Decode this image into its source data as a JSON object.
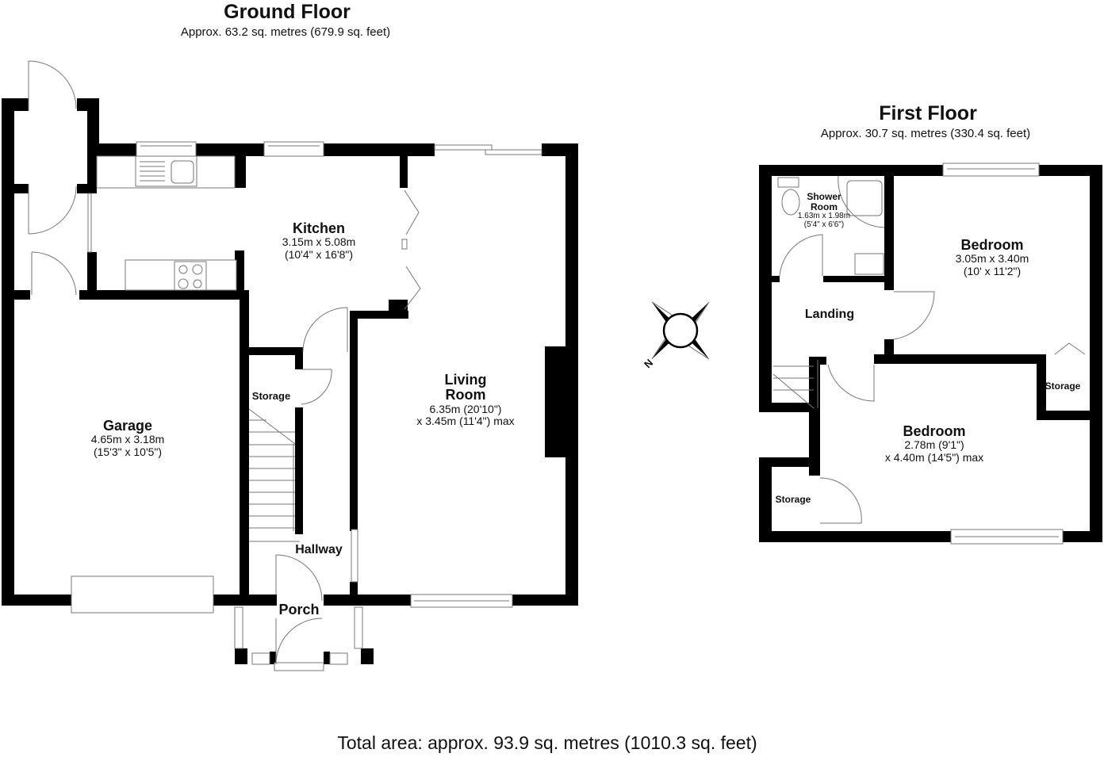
{
  "ground_floor": {
    "title": "Ground Floor",
    "area": "Approx. 63.2 sq. metres (679.9 sq. feet)",
    "rooms": {
      "kitchen": {
        "name": "Kitchen",
        "dim1": "3.15m x 5.08m",
        "dim2": "(10'4\" x 16'8\")"
      },
      "living_room": {
        "name": "Living Room",
        "name_line1": "Living",
        "name_line2": "Room",
        "dim1": "6.35m (20'10\")",
        "dim2": "x 3.45m (11'4\") max"
      },
      "garage": {
        "name": "Garage",
        "dim1": "4.65m x 3.18m",
        "dim2": "(15'3\" x 10'5\")"
      },
      "storage": {
        "name": "Storage"
      },
      "hallway": {
        "name": "Hallway"
      },
      "porch": {
        "name": "Porch"
      }
    }
  },
  "first_floor": {
    "title": "First Floor",
    "area": "Approx. 30.7 sq. metres (330.4 sq. feet)",
    "rooms": {
      "shower_room": {
        "name_line1": "Shower",
        "name_line2": "Room",
        "dim1": "1.63m x 1.98m",
        "dim2": "(5'4\" x 6'6\")"
      },
      "bedroom_1": {
        "name": "Bedroom",
        "dim1": "3.05m x 3.40m",
        "dim2": "(10' x 11'2\")"
      },
      "landing": {
        "name": "Landing"
      },
      "storage_right": {
        "name": "Storage"
      },
      "bedroom_2": {
        "name": "Bedroom",
        "dim1": "2.78m (9'1\")",
        "dim2": "x 4.40m (14'5\") max"
      },
      "storage_left": {
        "name": "Storage"
      }
    }
  },
  "compass": {
    "icon": "compass-north-icon",
    "label": "N"
  },
  "footer": {
    "total": "Total area: approx. 93.9 sq. metres (1010.3 sq. feet)"
  },
  "colors": {
    "wall": "#000000",
    "line": "#777777",
    "background": "#ffffff"
  }
}
